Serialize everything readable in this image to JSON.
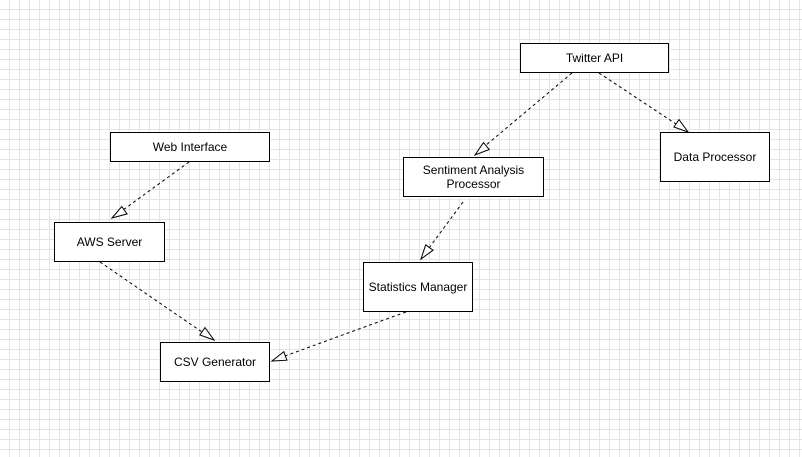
{
  "diagram": {
    "nodes": {
      "web_interface": "Web Interface",
      "aws_server": "AWS Server",
      "csv_generator": "CSV Generator",
      "twitter_api": "Twitter API",
      "sentiment_analysis_processor": "Sentiment Analysis\nProcessor",
      "data_processor": "Data Processor",
      "statistics_manager": "Statistics Manager"
    },
    "edges": [
      {
        "from": "Web Interface",
        "to": "AWS Server",
        "style": "dashed",
        "arrowhead": "open-triangle"
      },
      {
        "from": "AWS Server",
        "to": "CSV Generator",
        "style": "dashed",
        "arrowhead": "open-triangle"
      },
      {
        "from": "Twitter API",
        "to": "Sentiment Analysis Processor",
        "style": "dashed",
        "arrowhead": "open-triangle"
      },
      {
        "from": "Twitter API",
        "to": "Data Processor",
        "style": "dashed",
        "arrowhead": "open-triangle"
      },
      {
        "from": "Sentiment Analysis Processor",
        "to": "Statistics Manager",
        "style": "dashed",
        "arrowhead": "open-triangle"
      },
      {
        "from": "Statistics Manager",
        "to": "CSV Generator",
        "style": "dashed",
        "arrowhead": "open-triangle"
      }
    ],
    "colors": {
      "background": "#ffffff",
      "grid": "#e4e4e4",
      "stroke": "#000000",
      "node_fill": "#ffffff"
    }
  }
}
